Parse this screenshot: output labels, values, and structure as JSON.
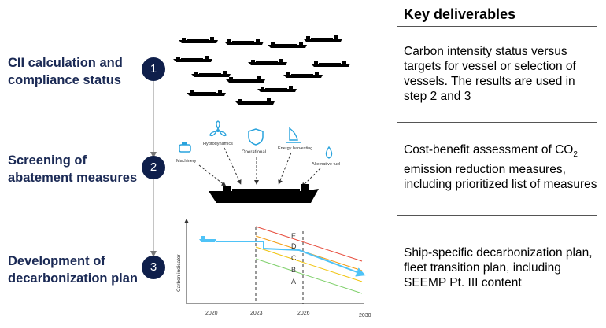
{
  "steps": [
    {
      "number": "1",
      "title_line1": "CII calculation and",
      "title_line2": "compliance status"
    },
    {
      "number": "2",
      "title_line1": "Screening of",
      "title_line2": "abatement measures"
    },
    {
      "number": "3",
      "title_line1": "Development of",
      "title_line2": "decarbonization plan"
    }
  ],
  "key_deliverables": {
    "title": "Key deliverables",
    "items": [
      {
        "text": "Carbon intensity status versus targets for vessel or selection of vessels. The results are used in step 2 and 3"
      },
      {
        "text_before": "Cost-benefit assessment of CO",
        "subscript": "2",
        "text_after": " emission reduction measures, including prioritized list of measures"
      },
      {
        "text": "Ship-specific decarbonization plan, fleet transition plan, including SEEMP Pt. III content"
      }
    ]
  },
  "measures": {
    "labels": [
      "Machinery",
      "Hydrodynamics",
      "Operational",
      "Energy harvesting",
      "Alternative fuel"
    ],
    "icons": [
      "engine-icon",
      "propeller-icon",
      "shield-icon",
      "sail-icon",
      "fuel-drop-icon"
    ]
  },
  "chart": {
    "ylabel": "Carbon indicator",
    "x_ticks": [
      "2020",
      "2023",
      "2026",
      "2030"
    ],
    "band_labels": [
      "E",
      "D",
      "C",
      "B",
      "A"
    ],
    "colors": {
      "band_e": "#e74c3c",
      "band_d": "#f39c12",
      "band_c": "#f1c40f",
      "band_b": "#7fd06b",
      "band_a": "#2ecc71",
      "indicator": "#4fc3f7"
    }
  }
}
